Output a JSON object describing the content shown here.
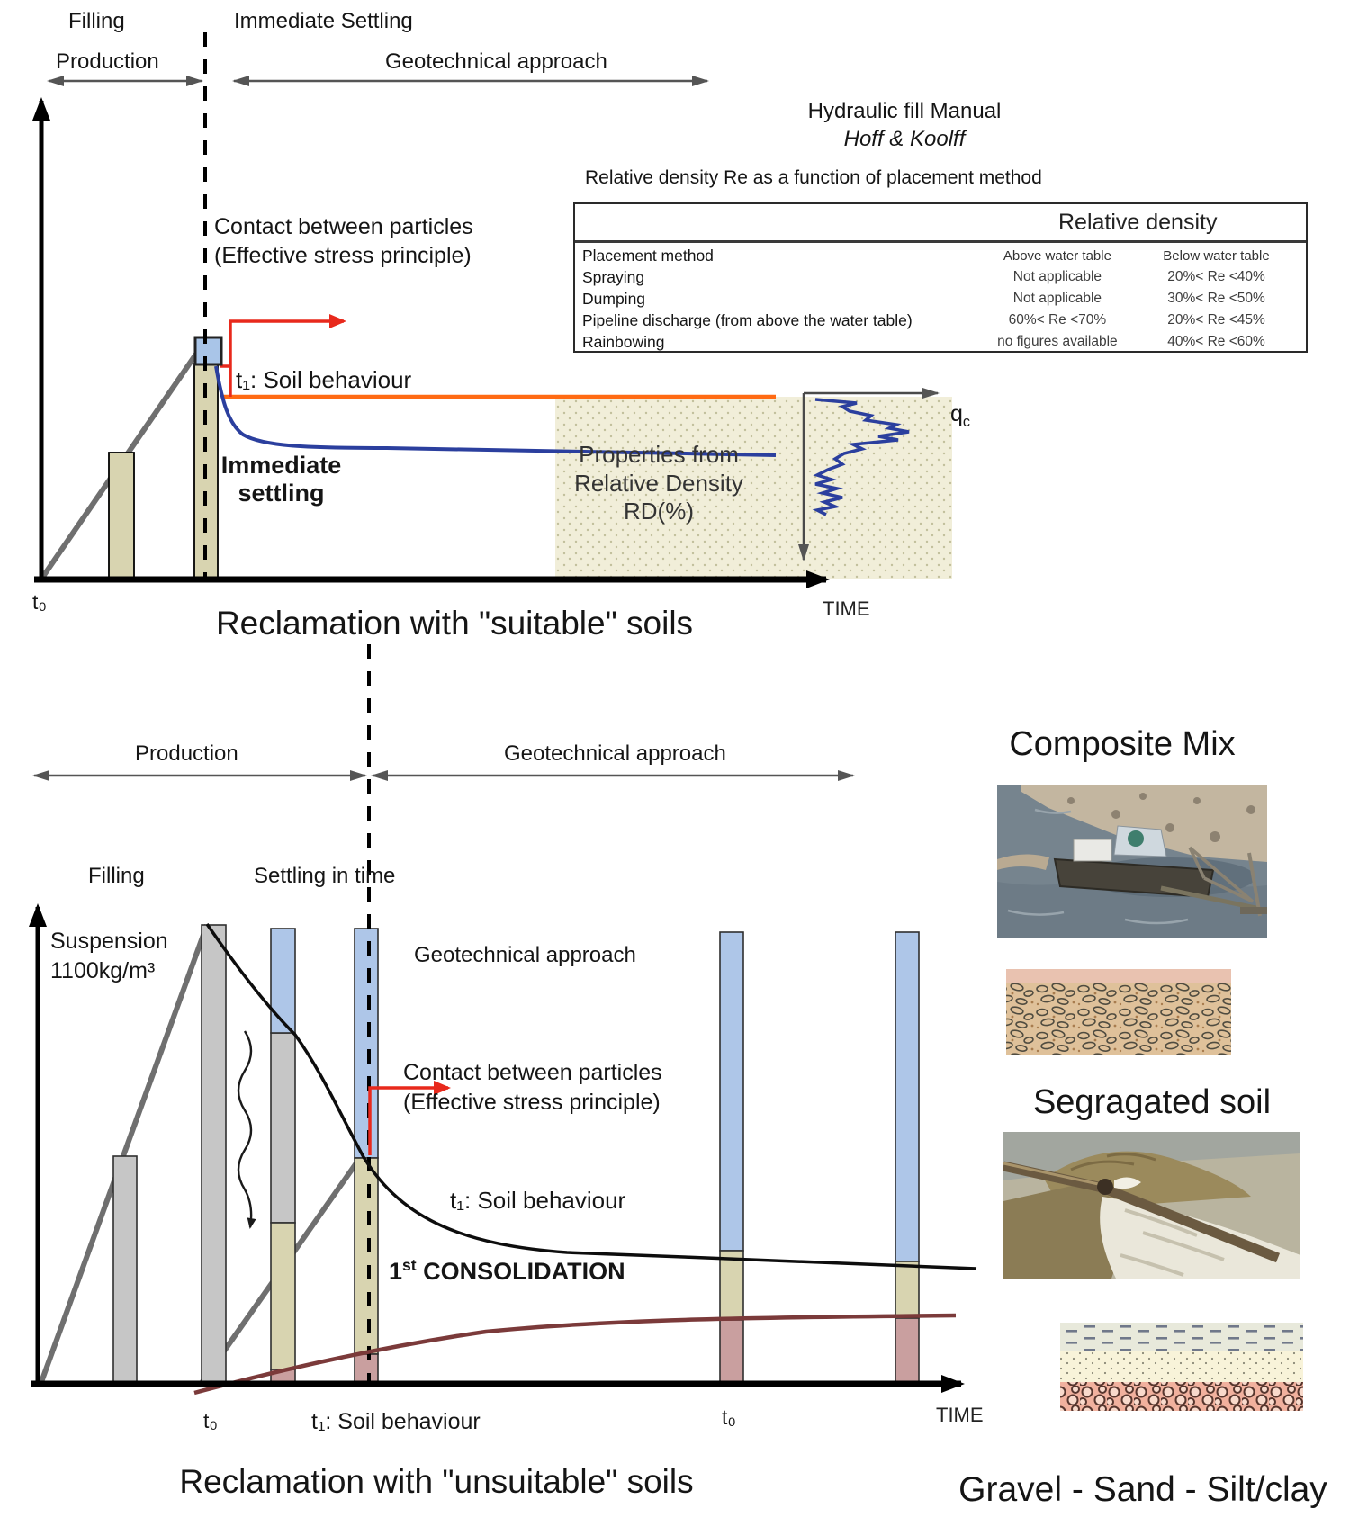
{
  "top": {
    "filling": "Filling",
    "production": "Production",
    "immediate_settling": "Immediate Settling",
    "geotechnical": "Geotechnical approach",
    "contact_line1": "Contact between particles",
    "contact_line2": "(Effective stress principle)",
    "t1_soil": "t₁: Soil behaviour",
    "immediate_bold1": "Immediate",
    "immediate_bold2": "settling",
    "properties_line1": "Properties from",
    "properties_line2": "Relative Density",
    "properties_line3": "RD(%)",
    "qc_base": "q",
    "qc_sub": "c",
    "t0": "t₀",
    "time": "TIME",
    "title": "Reclamation with \"suitable\" soils"
  },
  "manual": {
    "title": "Hydraulic fill Manual",
    "authors": "Hoff & Koolff",
    "subtitle": "Relative density Re as a function of placement method",
    "table": {
      "group_header": "Relative density",
      "columns": [
        "Placement method",
        "Above water table",
        "Below water table"
      ],
      "rows": [
        [
          "Spraying",
          "Not applicable",
          "20%< Re <40%"
        ],
        [
          "Dumping",
          "Not applicable",
          "30%< Re <50%"
        ],
        [
          "Pipeline discharge (from above the water table)",
          "60%< Re <70%",
          "20%< Re <45%"
        ],
        [
          "Rainbowing",
          "no figures available",
          "40%< Re <60%"
        ]
      ]
    }
  },
  "bottom": {
    "production": "Production",
    "geotechnical": "Geotechnical approach",
    "filling": "Filling",
    "settling": "Settling in time",
    "suspension_line1": "Suspension",
    "suspension_line2": "1100kg/m³",
    "geo_inner": "Geotechnical approach",
    "contact_line1": "Contact between particles",
    "contact_line2": "(Effective stress principle)",
    "t1_soil": "t₁: Soil behaviour",
    "consolidation_num": "1",
    "consolidation_ord": "st",
    "consolidation_rest": " CONSOLIDATION",
    "t0_first": "t₀",
    "t1_axis": "t₁: Soil behaviour",
    "t0_second": "t₀",
    "time": "TIME",
    "title": "Reclamation with \"unsuitable\" soils"
  },
  "sidebar": {
    "composite_title": "Composite Mix",
    "segregated_title": "Segragated soil",
    "caption": "Gravel - Sand - Silt/clay"
  },
  "colors": {
    "bar_tan": "#d8d4b0",
    "bar_gray": "#c6c6c6",
    "bar_blue": "#aec6e8",
    "bar_pink": "#c99f9f",
    "curve_blue": "#2b3f9e",
    "curve_black": "#0d0d0d",
    "curve_maroon": "#7b3a3a",
    "line_orange": "#ff6a13",
    "arrow_red": "#e8291c",
    "gray_line": "#6f6f6f",
    "shade_bg": "#f1eed9"
  }
}
